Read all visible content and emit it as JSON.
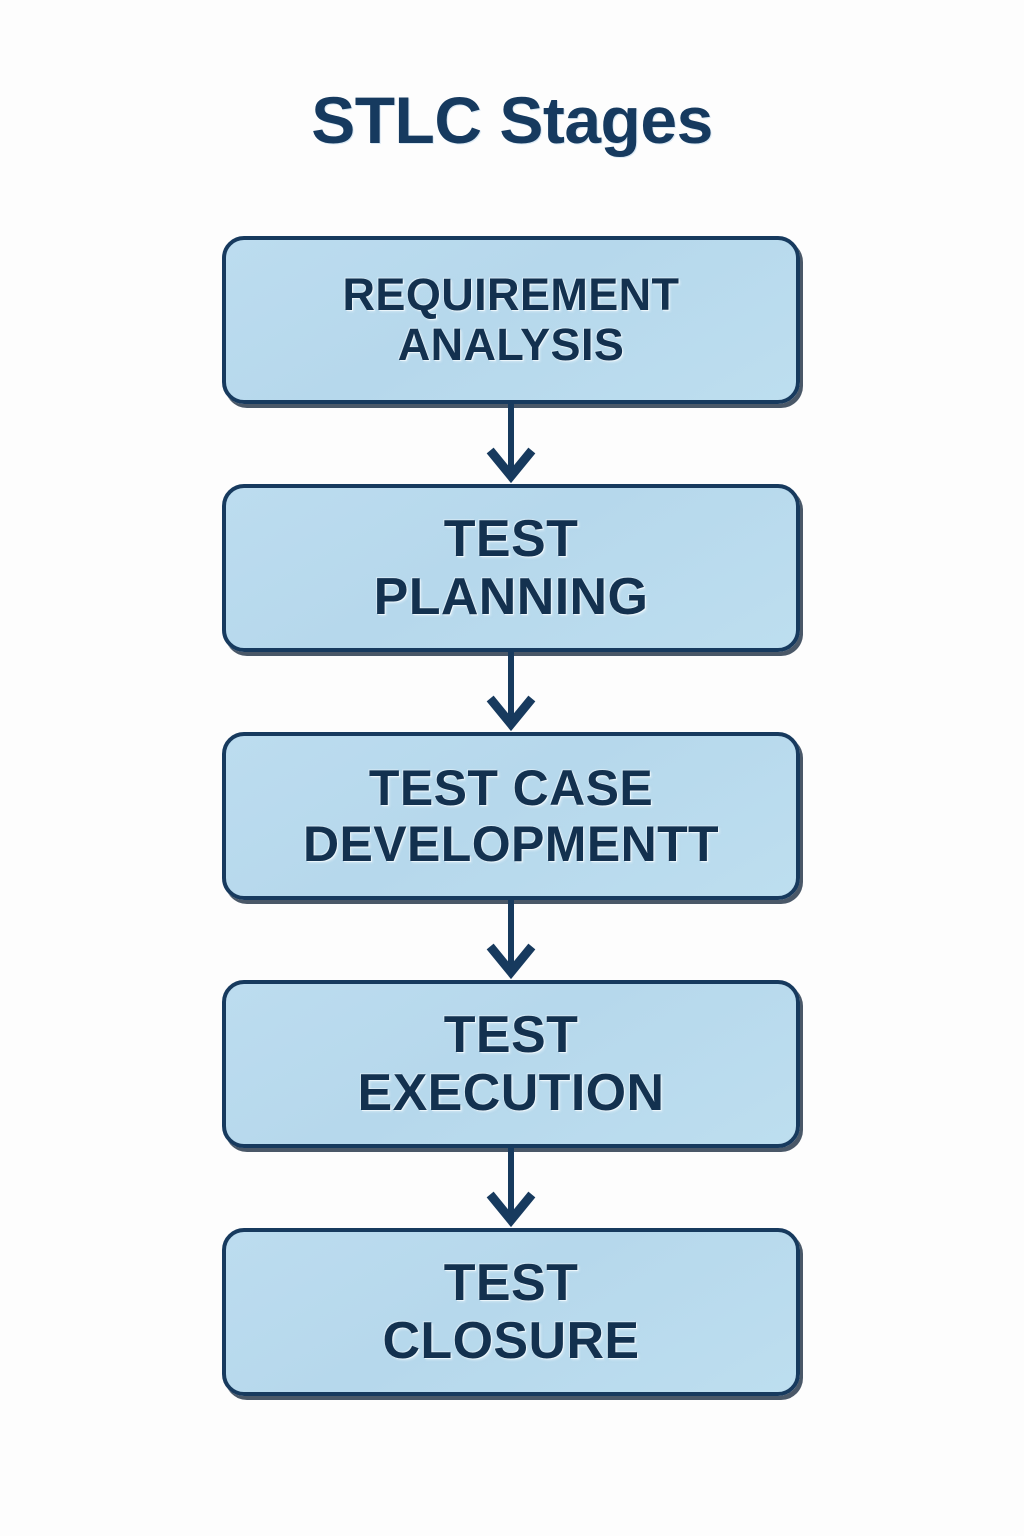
{
  "page": {
    "title": "STLC Stages",
    "background_color": "#fdfdfd"
  },
  "theme": {
    "box_fill": "#b8d9ee",
    "box_border": "#173a5e",
    "text_color": "#13314f",
    "title_color": "#163a5f",
    "arrow_color": "#173a5e"
  },
  "diagram": {
    "type": "flowchart-vertical",
    "orientation": "top-to-bottom",
    "stage_count": 5,
    "stages": [
      {
        "id": "requirement-analysis",
        "line1": "REQUIREMENT",
        "line2": "ANALYSIS"
      },
      {
        "id": "test-planning",
        "line1": "TEST",
        "line2": "PLANNING"
      },
      {
        "id": "test-case-development",
        "line1": "TEST CASE",
        "line2": "DEVELOPMENTT"
      },
      {
        "id": "test-execution",
        "line1": "TEST",
        "line2": "EXECUTION"
      },
      {
        "id": "test-closure",
        "line1": "TEST",
        "line2": "CLOSURE"
      }
    ],
    "connectors": [
      {
        "id": "arrow-1",
        "from": "requirement-analysis",
        "to": "test-planning",
        "glyph": "down-arrow"
      },
      {
        "id": "arrow-2",
        "from": "test-planning",
        "to": "test-case-development",
        "glyph": "down-arrow"
      },
      {
        "id": "arrow-3",
        "from": "test-case-development",
        "to": "test-execution",
        "glyph": "down-arrow"
      },
      {
        "id": "arrow-4",
        "from": "test-execution",
        "to": "test-closure",
        "glyph": "down-arrow"
      }
    ]
  }
}
